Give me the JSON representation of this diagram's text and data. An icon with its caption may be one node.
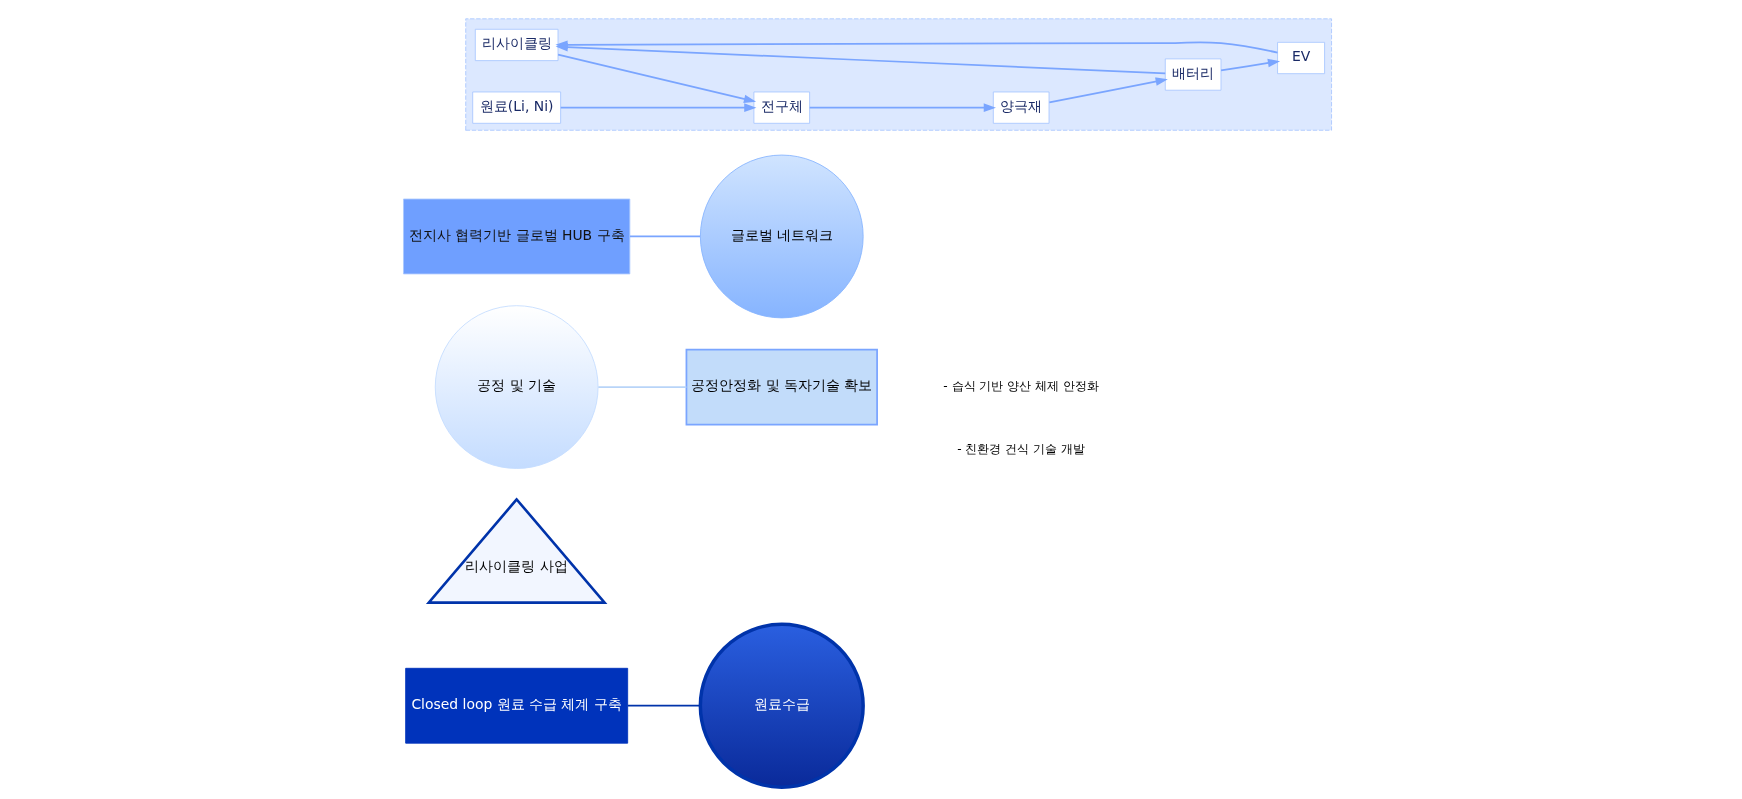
{
  "diagram": {
    "nodes": [
      {
        "text": [
          "Closed loop 원료 수급 체계 구축"
        ]
      },
      {
        "text": [
          "원료수급"
        ]
      },
      {
        "text": [
          "리사이클링 사업"
        ]
      },
      {
        "text": [
          "공정 및 기술"
        ]
      },
      {
        "text": [
          "공정안정화 및 독자기술 확보"
        ]
      },
      {
        "text": [
          "글로벌 네트워크"
        ]
      },
      {
        "text": [
          "전지사 협력기반 글로벌 HUB 구축"
        ]
      },
      {
        "text": [],
        "shape": "box"
      },
      {
        "text": [
          "리사이클링"
        ],
        "in": 7
      },
      {
        "text": [
          "원료(Li, Ni)"
        ],
        "in": 7
      },
      {
        "text": [
          "전구체"
        ],
        "in": 7
      },
      {
        "text": [
          "양극재"
        ],
        "in": 7
      },
      {
        "text": [
          "배터리"
        ],
        "in": 7
      },
      {
        "text": [
          "EV"
        ],
        "in": 7
      }
    ],
    "edges": [
      {
        "from": 0,
        "to": 1,
        "arrow": "none",
        "color": "#0033aa"
      },
      {
        "from": 3,
        "to": 4,
        "arrow": "none",
        "color": "#b8d4f8"
      },
      {
        "from": 6,
        "to": 5,
        "arrow": "none"
      },
      {
        "from": 9,
        "to": 10,
        "arrow": "to"
      },
      {
        "from": 10,
        "to": 11,
        "arrow": "to"
      },
      {
        "from": 11,
        "to": 12,
        "arrow": "to"
      },
      {
        "from": 12,
        "to": 13,
        "arrow": "to"
      },
      {
        "from": 8,
        "to": 10,
        "arrow": "to"
      },
      {
        "from": 12,
        "to": 8,
        "arrow": "to"
      },
      {
        "from": 13,
        "to": 8,
        "arrow": "to"
      }
    ],
    "labels": [
      "- 습식 기반 양산 체제 안정화",
      "- 친환경 건식 기술 개발"
    ]
  }
}
